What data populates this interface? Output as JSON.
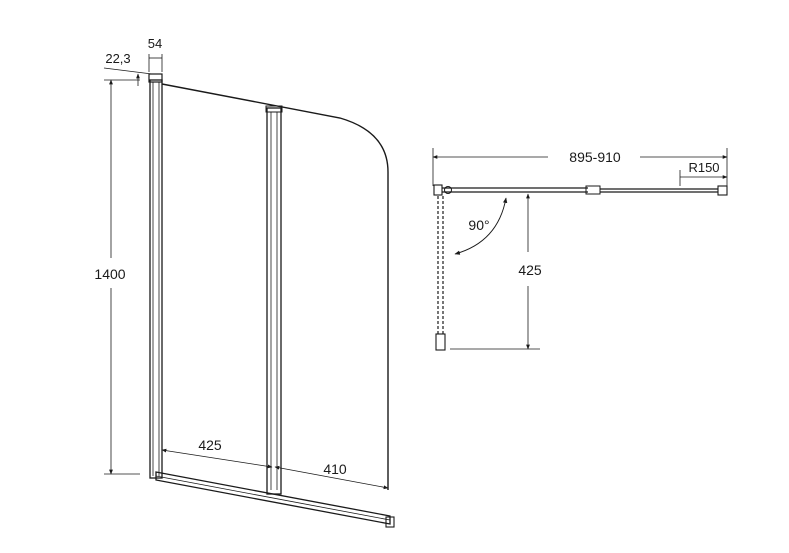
{
  "front_view": {
    "dim_wall_offset": "22,3",
    "dim_profile_width": "54",
    "dim_height": "1400",
    "dim_fixed_panel_width": "425",
    "dim_swing_panel_width": "410"
  },
  "top_view": {
    "dim_total_width": "895-910",
    "dim_radius": "R150",
    "dim_angle": "90°",
    "dim_depth": "425"
  },
  "colors": {
    "line": "#1a1a1a",
    "background": "#ffffff"
  }
}
